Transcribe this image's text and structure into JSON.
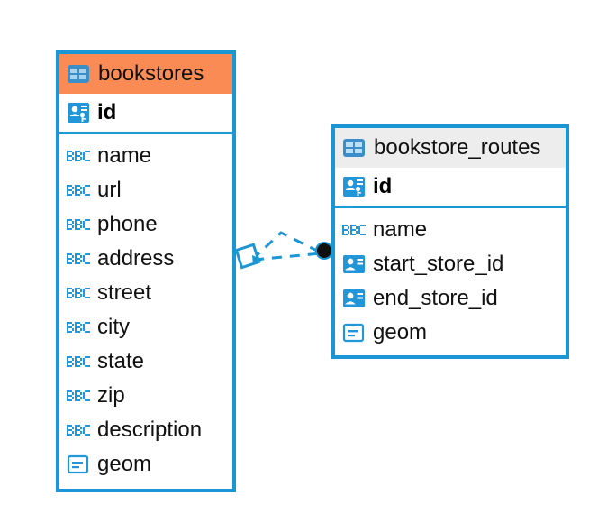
{
  "diagram": {
    "type": "entity-relationship-diagram",
    "colors": {
      "border": "#1b96d4",
      "selected_header": "#fa8b54",
      "normal_header": "#ededed",
      "icon_blue": "#2196d9",
      "text": "#111111",
      "connector": "#1b96d4",
      "connector_endpoint": "#101010"
    },
    "tables": [
      {
        "name": "bookstores",
        "header_icon": "table-icon",
        "selected": true,
        "primary_key": {
          "name": "id",
          "icon": "primary-key-icon",
          "type_label": "id"
        },
        "fields": [
          {
            "name": "name",
            "icon": "text-abc-icon"
          },
          {
            "name": "url",
            "icon": "text-abc-icon"
          },
          {
            "name": "phone",
            "icon": "text-abc-icon"
          },
          {
            "name": "address",
            "icon": "text-abc-icon"
          },
          {
            "name": "street",
            "icon": "text-abc-icon"
          },
          {
            "name": "city",
            "icon": "text-abc-icon"
          },
          {
            "name": "state",
            "icon": "text-abc-icon"
          },
          {
            "name": "zip",
            "icon": "text-abc-icon"
          },
          {
            "name": "description",
            "icon": "text-abc-icon"
          },
          {
            "name": "geom",
            "icon": "geometry-icon"
          }
        ]
      },
      {
        "name": "bookstore_routes",
        "header_icon": "table-icon",
        "selected": false,
        "primary_key": {
          "name": "id",
          "icon": "primary-key-icon",
          "type_label": "id"
        },
        "fields": [
          {
            "name": "name",
            "icon": "text-abc-icon"
          },
          {
            "name": "start_store_id",
            "icon": "foreign-key-icon"
          },
          {
            "name": "end_store_id",
            "icon": "foreign-key-icon"
          },
          {
            "name": "geom",
            "icon": "geometry-icon"
          }
        ]
      }
    ],
    "relationship": {
      "name": "bookstores-to-bookstore-routes",
      "style": "dashed",
      "source_endpoint": "diamond-marker",
      "target_endpoint": "filled-circle-marker",
      "cardinality_label": ""
    }
  }
}
